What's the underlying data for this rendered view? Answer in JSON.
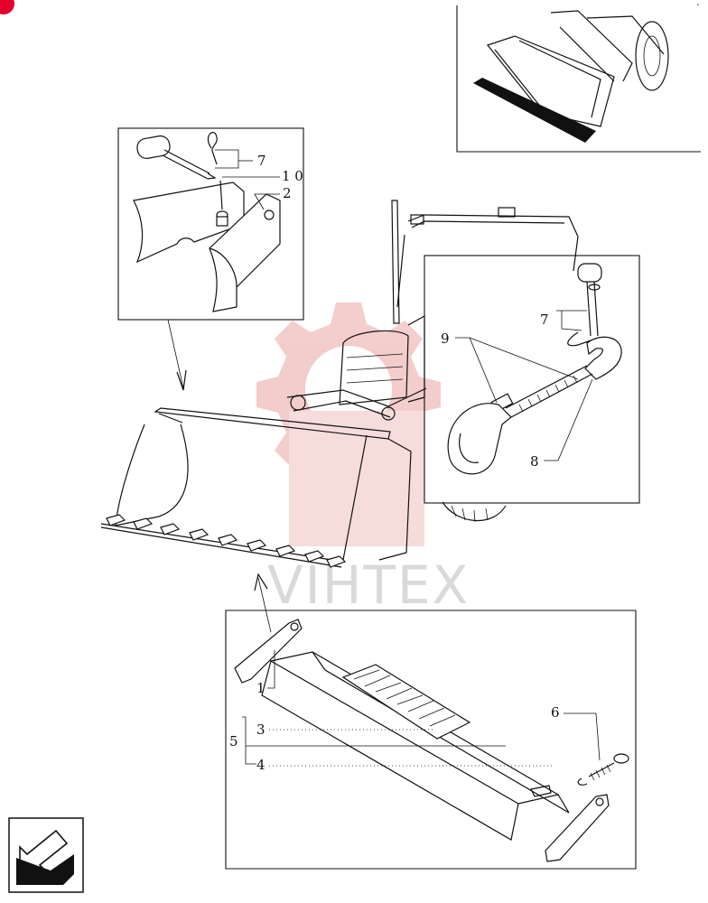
{
  "watermark": {
    "text": "VIHTEX",
    "gear_color": "#f2c4c4"
  },
  "callouts": {
    "top_left": {
      "pin_clip": "7",
      "bolt": "1 0",
      "plate": "2"
    },
    "right": {
      "lock_pin": "7",
      "hook_assembly": "9",
      "turnbuckle": "8"
    },
    "bottom": {
      "cutting_edge": "1",
      "bolt_a": "3",
      "assembly": "5",
      "bolt_b": "4",
      "spring_clip": "6"
    }
  },
  "icons": {
    "nav_arrow": "arrow-icon",
    "corner_mark": "red-circle-icon"
  },
  "colors": {
    "ink": "#111111",
    "accent_red": "#e4002b",
    "watermark": "#d9d9d9"
  }
}
